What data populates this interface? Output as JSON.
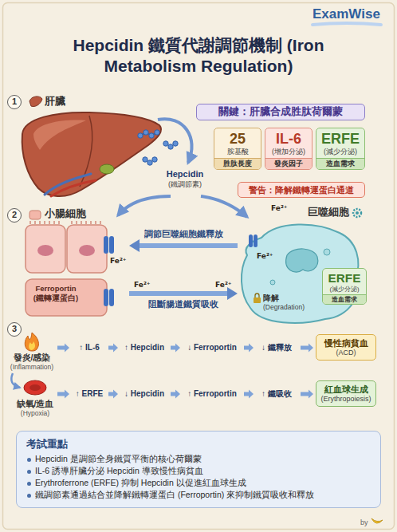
{
  "diagram": {
    "title": "Hepcidin 鐵質代謝調節機制 (Iron Metabolism Regulation)",
    "nodes": [
      {
        "text": [
          "1"
        ]
      },
      {
        "text": [
          "關鍵：肝臟合成胜肽荷爾蒙"
        ]
      },
      {
        "text": [
          "25",
          "胺基酸",
          "胜肽長度"
        ]
      },
      {
        "text": [
          "IL-6",
          "(增加分泌)",
          "發炎因子"
        ]
      },
      {
        "text": [
          "ERFE",
          "(減少分泌)",
          "造血需求"
        ]
      },
      {
        "text": [
          "警告：降解鐵轉運蛋白通道"
        ]
      },
      {
        "text": [
          "2"
        ]
      },
      {
        "text": [
          "小腸細胞",
          "Ferroportin (鐵轉運蛋白)"
        ]
      },
      {
        "text": [
          "巨噬細胞"
        ]
      },
      {
        "text": [
          "ERFE",
          "(減少分泌)",
          "造血需求"
        ]
      },
      {
        "text": [
          "3"
        ]
      },
      {
        "text": [
          "慢性病貧血",
          "(ACD)"
        ]
      },
      {
        "text": [
          "紅血球生成",
          "(Erythropoiesis)"
        ]
      },
      {
        "text": [
          "考試重點",
          "Hepcidin 是調節全身鐵質平衡的核心荷爾蒙",
          "IL-6 誘導肝臟分泌 Hepcidin 導致慢性病貧血",
          "Erythroferrone (ERFE) 抑制 Hepcidin 以促進紅血球生成",
          "鐵調節素通過結合並降解鐵轉運蛋白 (Ferroportin) 來抑制鐵質吸收和釋放"
        ]
      }
    ],
    "edges": [
      {
        "from": 8,
        "to": 7,
        "label": "調節巨噬細胞鐵釋放",
        "arrow": "to"
      },
      {
        "from": 7,
        "to": 8,
        "label": "阻斷腸道鐵質吸收",
        "arrow": "to"
      }
    ],
    "labels": [
      "ExamWise",
      "肝臟",
      "Hepcidin",
      "(鐵調節素)",
      "Fe²⁺",
      "Fe²⁺",
      "Fe²⁺",
      "Fe²⁺",
      "Fe²⁺",
      "降解",
      "(Degradation)",
      "發炎/感染",
      "(Inflammation)",
      "↑ IL-6",
      "↑ Hepcidin",
      "↓ Ferroportin",
      "↓ 鐵釋放",
      "缺氧/造血",
      "(Hypoxia)",
      "↑ ERFE",
      "↓ Hepcidin",
      "↑ Ferroportin",
      "↑ 鐵吸收",
      "by"
    ]
  }
}
